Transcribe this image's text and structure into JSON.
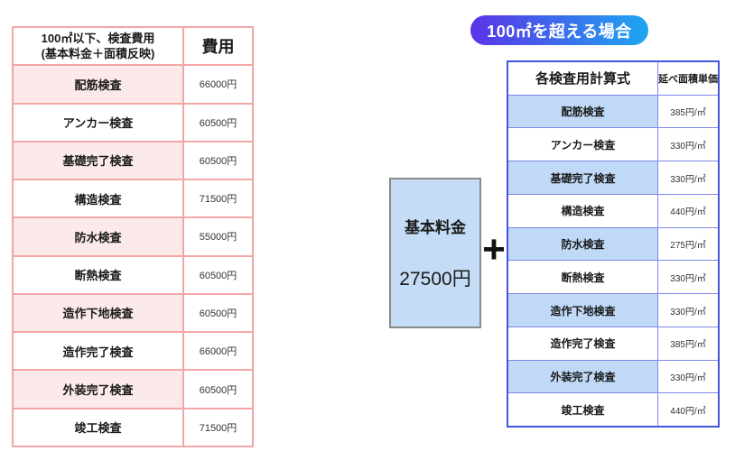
{
  "colors": {
    "left_table_border": "#f2a6a6",
    "left_row_pink": "#fce9e9",
    "right_table_border": "#4655e0",
    "right_row_blue": "#bfd9f6",
    "badge_gradient_start": "#5b33e8",
    "badge_gradient_end": "#1fa6f0",
    "fee_box_fill": "#c5dcf6"
  },
  "left_table": {
    "header": {
      "label_line1": "100㎡以下、検査費用",
      "label_line2": "(基本料金＋面積反映)",
      "value": "費用"
    },
    "rows": [
      {
        "label": "配筋検査",
        "value": "66000円"
      },
      {
        "label": "アンカー検査",
        "value": "60500円"
      },
      {
        "label": "基礎完了検査",
        "value": "60500円"
      },
      {
        "label": "構造検査",
        "value": "71500円"
      },
      {
        "label": "防水検査",
        "value": "55000円"
      },
      {
        "label": "断熱検査",
        "value": "60500円"
      },
      {
        "label": "造作下地検査",
        "value": "60500円"
      },
      {
        "label": "造作完了検査",
        "value": "66000円"
      },
      {
        "label": "外装完了検査",
        "value": "60500円"
      },
      {
        "label": "竣工検査",
        "value": "71500円"
      }
    ]
  },
  "right_section": {
    "badge_label": "100㎡を超える場合",
    "base_fee_box": {
      "title": "基本料金",
      "amount": "27500円"
    },
    "plus_sign": "+",
    "table": {
      "header": {
        "label": "各検査用計算式",
        "value": "延べ面積単価"
      },
      "rows": [
        {
          "label": "配筋検査",
          "value": "385円/㎡"
        },
        {
          "label": "アンカー検査",
          "value": "330円/㎡"
        },
        {
          "label": "基礎完了検査",
          "value": "330円/㎡"
        },
        {
          "label": "構造検査",
          "value": "440円/㎡"
        },
        {
          "label": "防水検査",
          "value": "275円/㎡"
        },
        {
          "label": "断熱検査",
          "value": "330円/㎡"
        },
        {
          "label": "造作下地検査",
          "value": "330円/㎡"
        },
        {
          "label": "造作完了検査",
          "value": "385円/㎡"
        },
        {
          "label": "外装完了検査",
          "value": "330円/㎡"
        },
        {
          "label": "竣工検査",
          "value": "440円/㎡"
        }
      ]
    }
  }
}
